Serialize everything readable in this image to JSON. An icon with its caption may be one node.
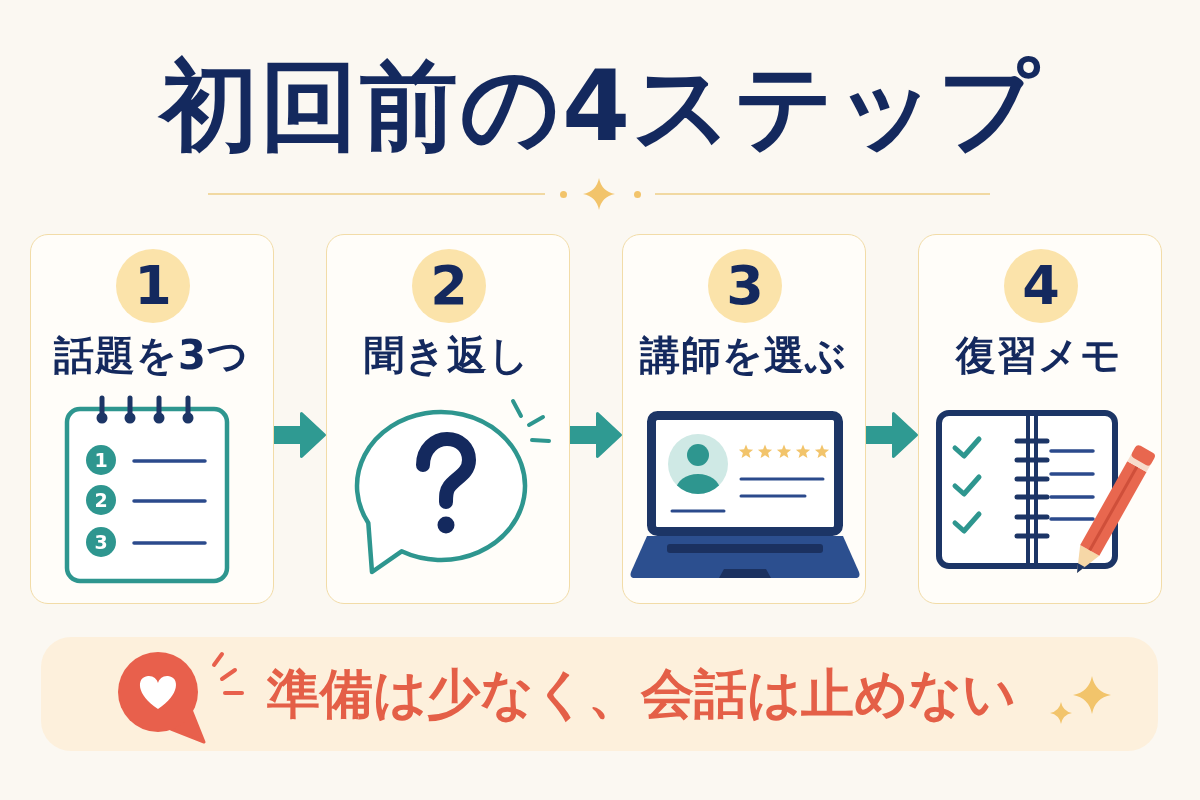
{
  "diagram": {
    "title": "初回前の4ステップ",
    "nodes": [
      {
        "text": [
          "話題を3つ"
        ]
      },
      {
        "text": [
          "1"
        ],
        "in": 0
      },
      {
        "text": [
          "聞き返し"
        ]
      },
      {
        "text": [
          "2"
        ],
        "in": 2
      },
      {
        "text": [
          "講師を選ぶ"
        ]
      },
      {
        "text": [
          "3"
        ],
        "in": 4
      },
      {
        "text": [
          "復習メモ"
        ]
      },
      {
        "text": [
          "4"
        ],
        "in": 6
      },
      {
        "text": [
          "準備は少なく、会話は止めない"
        ]
      }
    ],
    "edges": [
      {
        "from": 0,
        "to": 2,
        "arrow": "to"
      },
      {
        "from": 2,
        "to": 4,
        "arrow": "to"
      },
      {
        "from": 4,
        "to": 6,
        "arrow": "to"
      }
    ],
    "labels": [
      "1",
      "2",
      "3"
    ]
  }
}
